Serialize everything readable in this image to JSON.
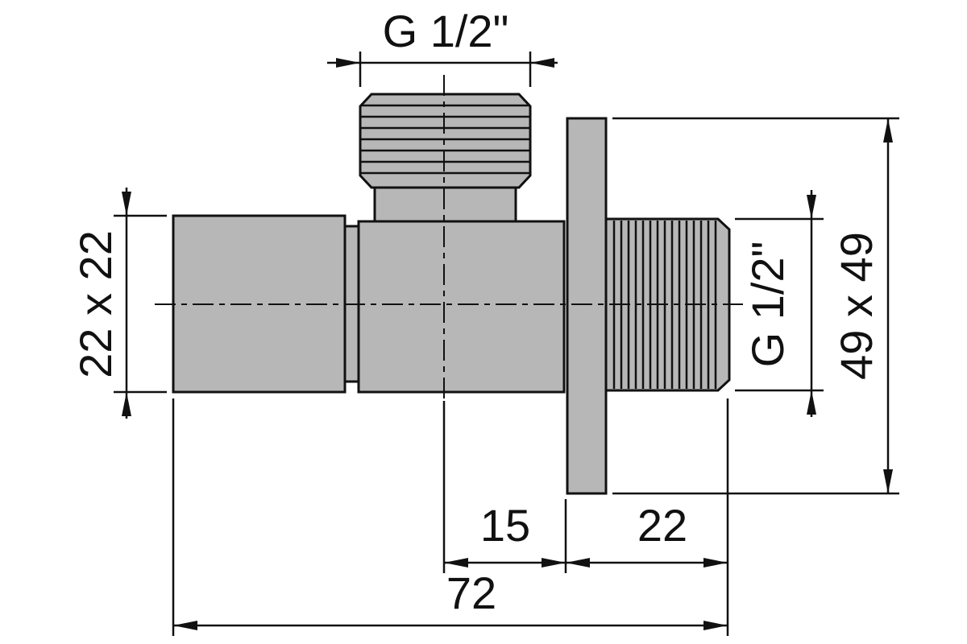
{
  "drawing": {
    "colors": {
      "metal_fill": "#b7b7b7",
      "line": "#111111",
      "background": "#ffffff"
    },
    "labels": {
      "thread_top": "G 1/2\"",
      "handle_size": "22 x 22",
      "thread_right": "G 1/2\"",
      "flange_size": "49 x 49",
      "dim_center_to_flange": "15",
      "dim_flange_to_end": "22",
      "dim_total": "72"
    }
  }
}
